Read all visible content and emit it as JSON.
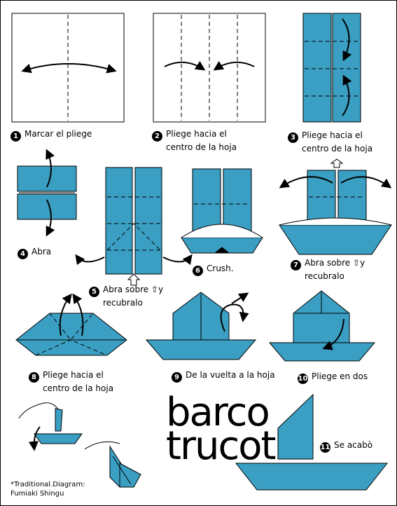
{
  "colors": {
    "paper": "#3a9fc3",
    "line": "#000000",
    "background": "#ffffff"
  },
  "title": {
    "line1": "barco",
    "line2": "trucot"
  },
  "steps": [
    {
      "number": "1",
      "line1": "Marcar el pliege",
      "line2": ""
    },
    {
      "number": "2",
      "line1": "Pliege hacia el",
      "line2": "centro de la hoja"
    },
    {
      "number": "3",
      "line1": "Pliege hacia el",
      "line2": "centro de la hoja"
    },
    {
      "number": "4",
      "line1": "Abra",
      "line2": ""
    },
    {
      "number": "5",
      "line1": "Abra sobre",
      "line2": "recubralo",
      "suffix": "y"
    },
    {
      "number": "6",
      "line1": "Crush.",
      "line2": ""
    },
    {
      "number": "7",
      "line1": "Abra sobre",
      "line2": "recubralo",
      "suffix": "y"
    },
    {
      "number": "8",
      "line1": "Pliege hacia el",
      "line2": "centro de la hoja"
    },
    {
      "number": "9",
      "line1": "De la vuelta a la hoja",
      "line2": ""
    },
    {
      "number": "10",
      "line1": "Pliege en dos",
      "line2": ""
    },
    {
      "number": "11",
      "line1": "Se acabò",
      "line2": ""
    }
  ],
  "credit": {
    "line1": "*Traditional.Diagram:",
    "line2": "Fumiaki Shingu"
  },
  "icons": {
    "open_arrow": "outline-up-arrow-icon"
  }
}
